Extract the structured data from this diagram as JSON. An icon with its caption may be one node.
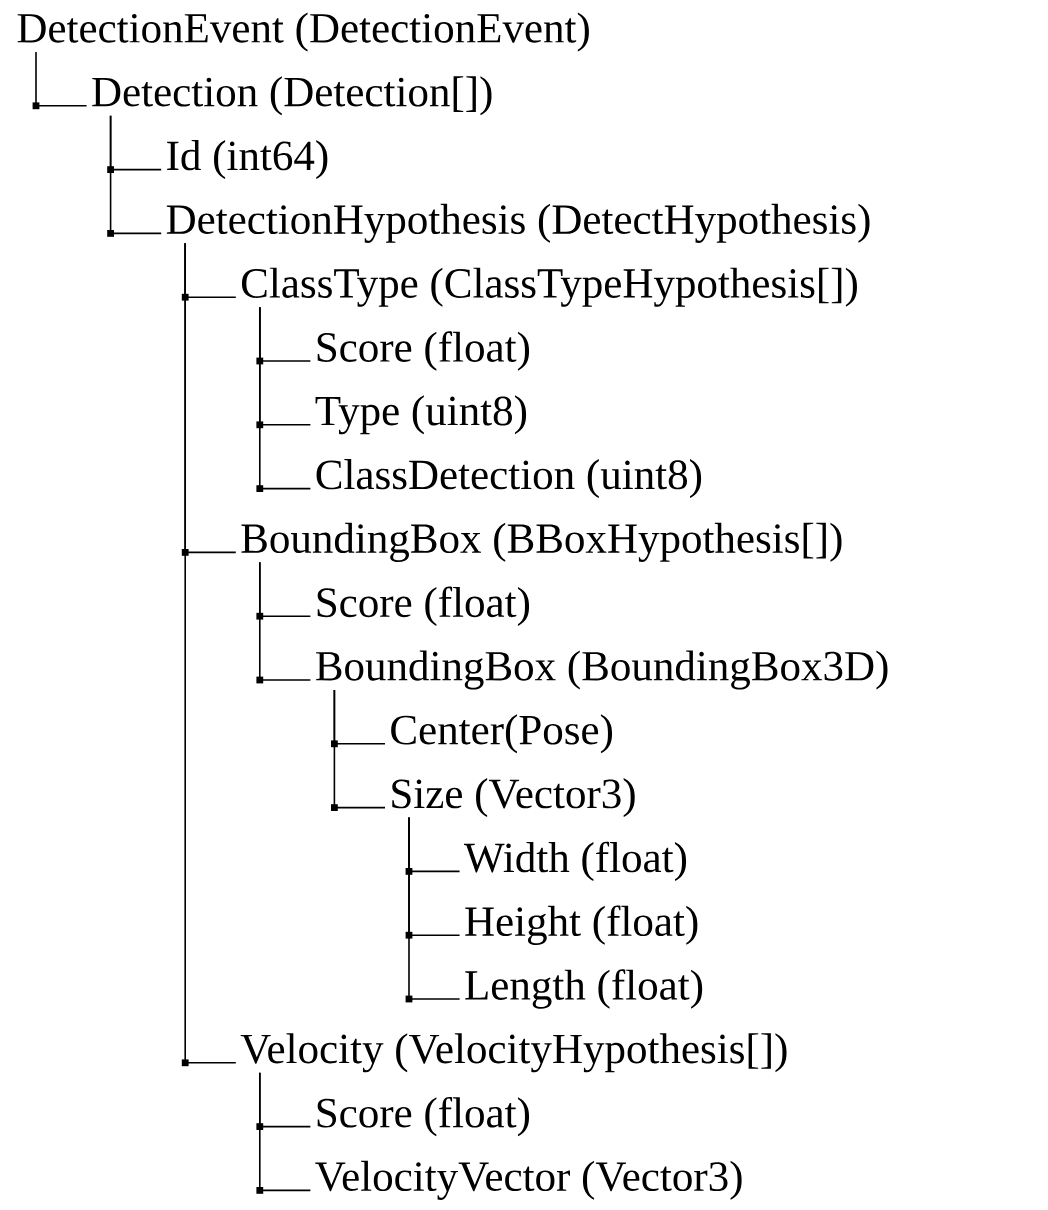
{
  "diagram": {
    "nodes": [
      {
        "text": [
          "DetectionEvent (DetectionEvent)"
        ]
      },
      {
        "text": [
          "Detection (Detection[])"
        ]
      },
      {
        "text": [
          "Id (int64)"
        ]
      },
      {
        "text": [
          "DetectionHypothesis (DetectHypothesis)"
        ]
      },
      {
        "text": [
          "ClassType (ClassTypeHypothesis[])"
        ]
      },
      {
        "text": [
          "Score (float)"
        ]
      },
      {
        "text": [
          "Type (uint8)"
        ]
      },
      {
        "text": [
          "ClassDetection (uint8)"
        ]
      },
      {
        "text": [
          "BoundingBox (BBoxHypothesis[])"
        ]
      },
      {
        "text": [
          "Score (float)"
        ]
      },
      {
        "text": [
          "BoundingBox (BoundingBox3D)"
        ]
      },
      {
        "text": [
          "Center(Pose)"
        ]
      },
      {
        "text": [
          "Size (Vector3)"
        ]
      },
      {
        "text": [
          "Width (float)"
        ]
      },
      {
        "text": [
          "Height (float)"
        ]
      },
      {
        "text": [
          "Length (float)"
        ]
      },
      {
        "text": [
          "Velocity (VelocityHypothesis[])"
        ]
      },
      {
        "text": [
          "Score (float)"
        ]
      },
      {
        "text": [
          "VelocityVector (Vector3)"
        ]
      }
    ],
    "edges": [
      {
        "from": 0,
        "to": 1,
        "arrow": "none"
      },
      {
        "from": 1,
        "to": 2,
        "arrow": "none"
      },
      {
        "from": 1,
        "to": 3,
        "arrow": "none"
      },
      {
        "from": 3,
        "to": 4,
        "arrow": "none"
      },
      {
        "from": 4,
        "to": 5,
        "arrow": "none"
      },
      {
        "from": 4,
        "to": 6,
        "arrow": "none"
      },
      {
        "from": 4,
        "to": 7,
        "arrow": "none"
      },
      {
        "from": 3,
        "to": 8,
        "arrow": "none"
      },
      {
        "from": 8,
        "to": 9,
        "arrow": "none"
      },
      {
        "from": 8,
        "to": 10,
        "arrow": "none"
      },
      {
        "from": 10,
        "to": 11,
        "arrow": "none"
      },
      {
        "from": 10,
        "to": 12,
        "arrow": "none"
      },
      {
        "from": 12,
        "to": 13,
        "arrow": "none"
      },
      {
        "from": 12,
        "to": 14,
        "arrow": "none"
      },
      {
        "from": 12,
        "to": 15,
        "arrow": "none"
      },
      {
        "from": 3,
        "to": 16,
        "arrow": "none"
      },
      {
        "from": 16,
        "to": 17,
        "arrow": "none"
      },
      {
        "from": 16,
        "to": 18,
        "arrow": "none"
      }
    ]
  }
}
